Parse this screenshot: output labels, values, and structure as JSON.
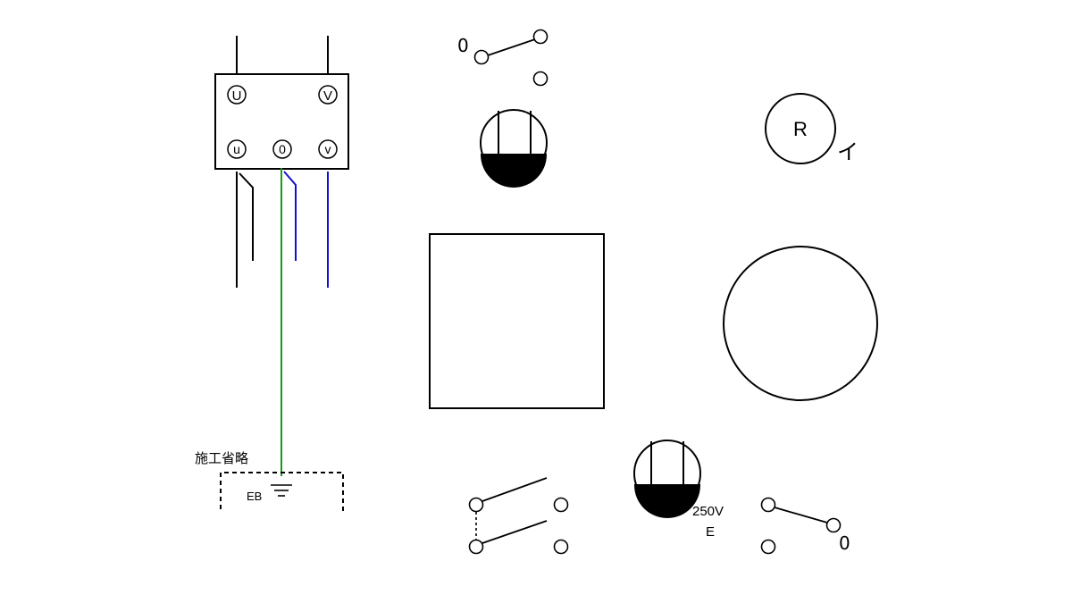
{
  "transformer": {
    "primary_u": "U",
    "primary_v": "V",
    "secondary_u": "u",
    "secondary_o": "0",
    "secondary_v": "v"
  },
  "ground": {
    "note": "施工省略",
    "label": "EB"
  },
  "lamp": {
    "label": "R",
    "mark": "イ"
  },
  "switch_top": {
    "label": "0"
  },
  "switch_bottom_right": {
    "label": "0"
  },
  "outlet": {
    "rating": "250V",
    "ground_label": "E"
  },
  "colors": {
    "line": "#000000",
    "neutral_wire": "#1010d0",
    "ground_wire": "#1a9a1a",
    "fill": "#000000"
  }
}
